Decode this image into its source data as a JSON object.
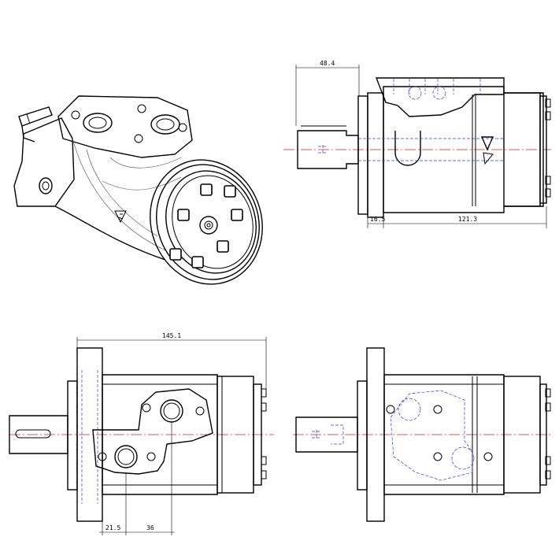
{
  "dimensions": {
    "top_width": "48.4",
    "flange_offset": "16.5",
    "body_length": "121.3",
    "overall_length": "145.1",
    "port_offset": "21.5",
    "port_spacing": "36"
  },
  "colors": {
    "outline": "#000000",
    "centerline": "#e0201a",
    "hidden_line": "#2a3fd6"
  },
  "views": [
    "isometric-view",
    "side-view",
    "top-view",
    "bottom-view"
  ]
}
